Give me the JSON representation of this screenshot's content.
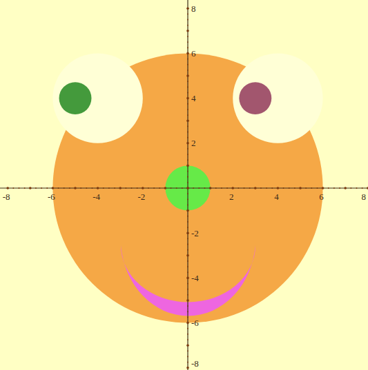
{
  "diagram": {
    "labels": [
      "-8",
      "-6",
      "-4",
      "-2",
      "2",
      "4",
      "6",
      "8",
      "8",
      "6",
      "4",
      "2",
      "-2",
      "-4",
      "-6",
      "-8"
    ]
  }
}
